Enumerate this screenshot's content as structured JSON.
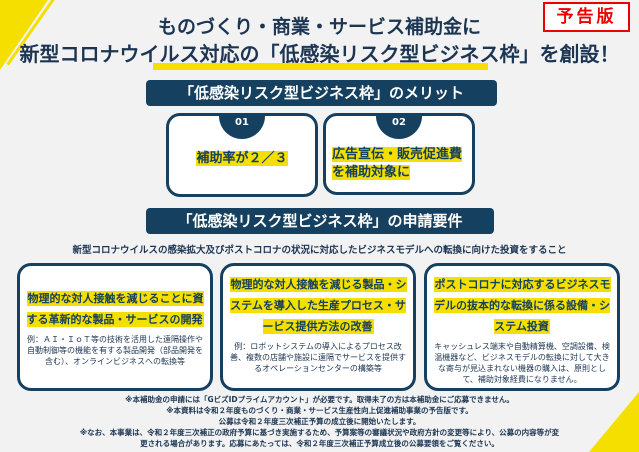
{
  "stamp": "予告版",
  "title": {
    "line1": "ものづくり・商業・サービス補助金に",
    "line2": "新型コロナウイルス対応の「低感染リスク型ビジネス枠」を創設！"
  },
  "merits": {
    "header": "「低感染リスク型ビジネス枠」のメリット",
    "items": [
      {
        "num": "01",
        "text": "補助率が２／３"
      },
      {
        "num": "02",
        "text": "広告宣伝・販売促進費を補助対象に"
      }
    ]
  },
  "requirements": {
    "header": "「低感染リスク型ビジネス枠」の申請要件",
    "subtitle": "新型コロナウイルスの感染拡大及びポストコロナの状況に対応したビジネスモデルへの転換に向けた投資をすること",
    "items": [
      {
        "heading": "物理的な対人接触を減じることに資する革新的な製品・サービスの開発",
        "example": "例：ＡＩ・ＩｏＴ等の技術を活用した遠隔操作や自動制御等の機能を有する製品開発（部品開発を含む）、オンラインビジネスへの転換等"
      },
      {
        "heading": "物理的な対人接触を減じる製品・システムを導入した生産プロセス・サービス提供方法の改善",
        "example": "例：ロボットシステムの導入によるプロセス改善、複数の店舗や施設に遠隔でサービスを提供するオペレーションセンターの構築等"
      },
      {
        "heading": "ポストコロナに対応するビジネスモデルの抜本的な転換に係る設備・システム投資",
        "example": "キャッシュレス端末や自動精算機、空調設備、検温機器など、ビジネスモデルの転換に対して大きな寄与が見込まれない機器の購入は、原則として、補助対象経費になりません。"
      }
    ]
  },
  "notes": [
    "※本補助金の申請には「GビズIDプライムアカウント」が必要です。取得未了の方は本補助金にご応募できません。",
    "※本資料は令和２年度ものづくり・商業・サービス生産性向上促進補助事業の予告版です。",
    "公募は令和２年度三次補正予算の成立後に開始いたします。",
    "※なお、本事業は、令和２年度三次補正の政府予算に基づき実施するため、予算案等の審議状況や政府方針の変更等により、公募の内容等が変",
    "更される場合があります。応募にあたっては、令和２年度三次補正予算成立後の公募要領をご覧ください。"
  ]
}
